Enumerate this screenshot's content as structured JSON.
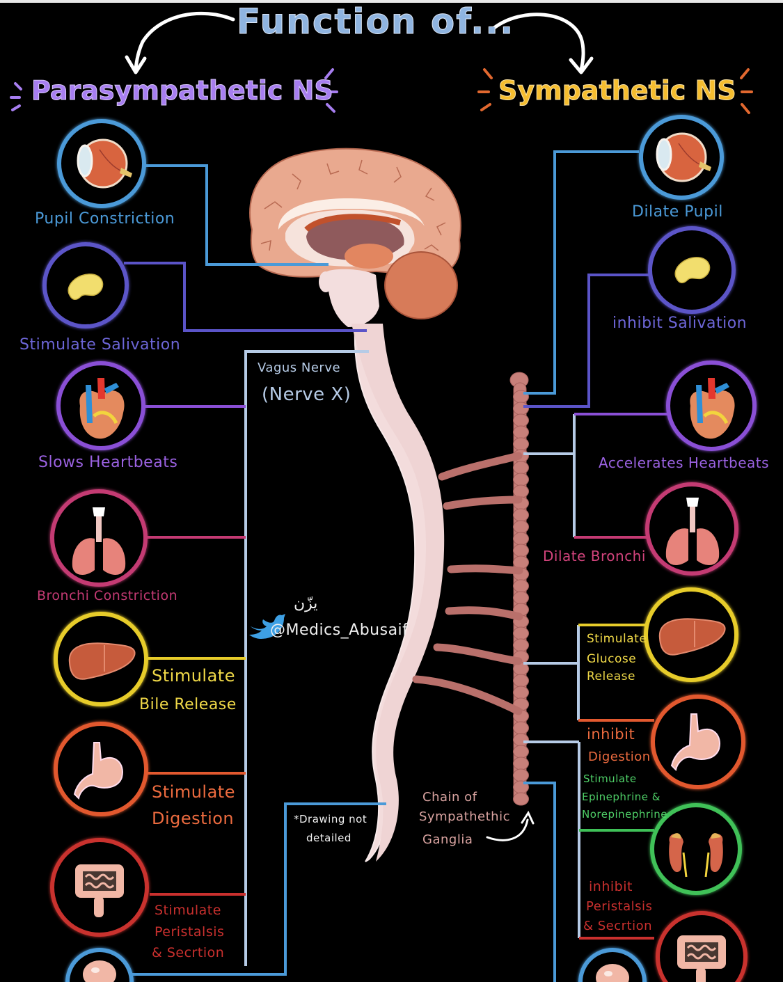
{
  "title": "Function of...",
  "parasympathetic": {
    "heading": "Parasympathetic NS",
    "color": "#a77ef0",
    "items": [
      {
        "label": "Pupil Constriction",
        "icon": "eye-icon",
        "color": "#4b9ad8"
      },
      {
        "label": "Stimulate Salivation",
        "icon": "salivary-gland-icon",
        "color": "#5b54c8"
      },
      {
        "label": "Slows Heartbeats",
        "icon": "heart-icon",
        "color": "#8a4fd6"
      },
      {
        "label": "Bronchi Constriction",
        "icon": "lungs-icon",
        "color": "#c43a73"
      },
      {
        "label_line1": "Stimulate",
        "label_line2": "Bile Release",
        "icon": "liver-icon",
        "color": "#e7cc2a"
      },
      {
        "label_line1": "Stimulate",
        "label_line2": "Digestion",
        "icon": "stomach-icon",
        "color": "#e2592f"
      },
      {
        "label_line1": "Stimulate",
        "label_line2": "Peristalsis",
        "label_line3": "& Secrtion",
        "icon": "intestine-icon",
        "color": "#c9302e"
      },
      {
        "icon": "bladder-icon",
        "color": "#4b9ad8"
      }
    ]
  },
  "sympathetic": {
    "heading": "Sympathetic NS",
    "color": "#f5bd2f",
    "items": [
      {
        "label": "Dilate Pupil",
        "icon": "eye-icon",
        "color": "#4b9ad8"
      },
      {
        "label": "inhibit Salivation",
        "icon": "salivary-gland-icon",
        "color": "#5b54c8"
      },
      {
        "label": "Accelerates Heartbeats",
        "icon": "heart-icon",
        "color": "#8a4fd6"
      },
      {
        "label": "Dilate Bronchi",
        "icon": "lungs-icon",
        "color": "#c43a73"
      },
      {
        "label_line1": "Stimulate",
        "label_line2": "Glucose",
        "label_line3": "Release",
        "icon": "liver-icon",
        "color": "#e7cc2a"
      },
      {
        "label_line1": "inhibit",
        "label_line2": "Digestion",
        "icon": "stomach-icon",
        "color": "#e2592f"
      },
      {
        "label_line1": "Stimulate",
        "label_line2": "Epinephrine &",
        "label_line3": "Norepinephrine",
        "icon": "adrenal-kidney-icon",
        "color": "#3fc158"
      },
      {
        "label_line1": "inhibit",
        "label_line2": "Peristalsis",
        "label_line3": "& Secrtion",
        "icon": "intestine-icon",
        "color": "#c9302e"
      },
      {
        "icon": "bladder-icon",
        "color": "#4b9ad8"
      }
    ]
  },
  "center": {
    "vagus_line1": "Vagus Nerve",
    "vagus_line2": "(Nerve X)",
    "arabic_signature": "يزّن",
    "credit": "@Medics_Abusaif",
    "drawing_note_line1": "*Drawing not",
    "drawing_note_line2": "detailed",
    "ganglia_line1": "Chain of",
    "ganglia_line2": "Sympathethic",
    "ganglia_line3": "Ganglia"
  }
}
